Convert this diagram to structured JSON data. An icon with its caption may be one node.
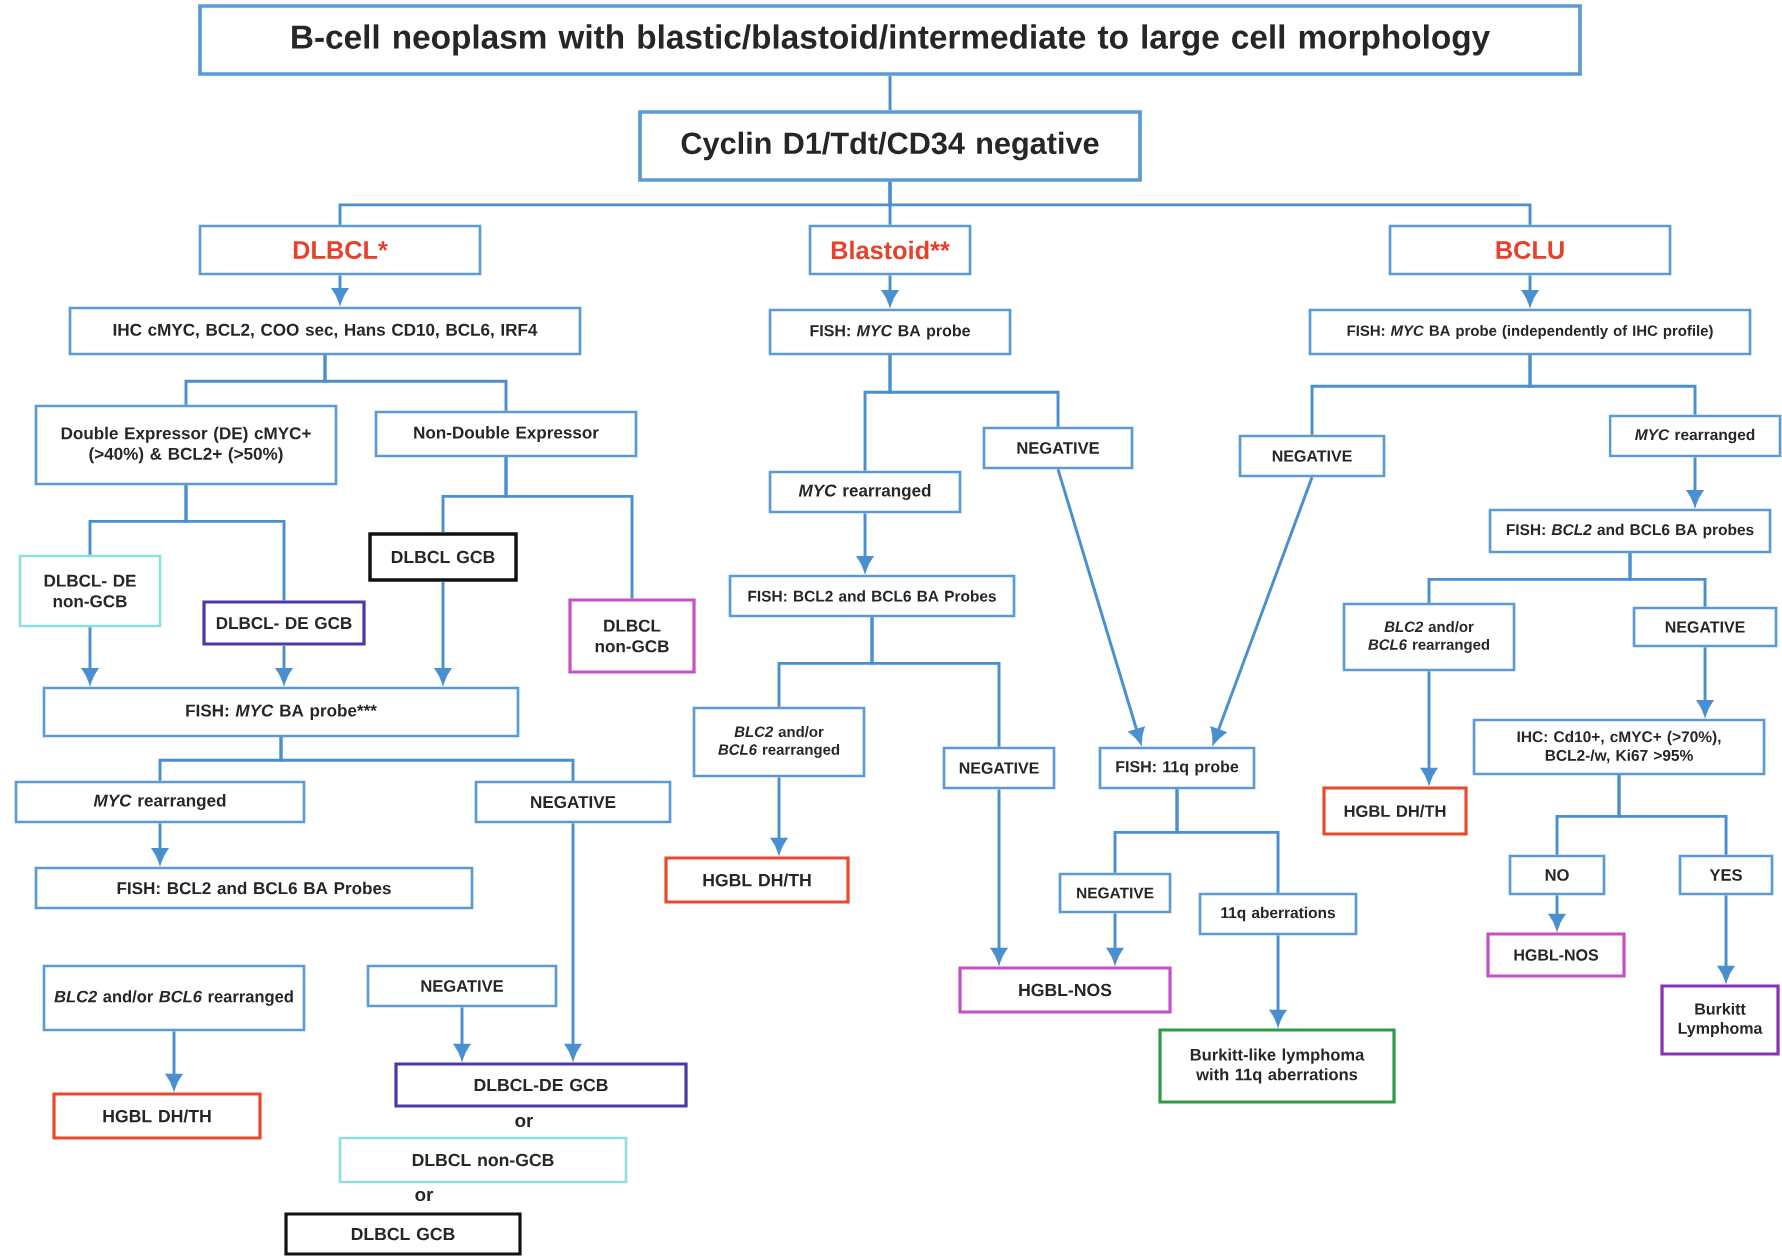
{
  "diagram": {
    "nodes": [
      {
        "text": [
          "B-cell neoplasm with blastic/blastoid/intermediate to large cell morphology"
        ]
      },
      {
        "text": [
          "Cyclin D1/Tdt/CD34 negative"
        ]
      },
      {
        "text": [
          "DLBCL*"
        ]
      },
      {
        "text": [
          "Blastoid**"
        ]
      },
      {
        "text": [
          "BCLU"
        ]
      },
      {
        "text": [
          "IHC cMYC, BCL2, COO sec, Hans CD10, BCL6, IRF4"
        ]
      },
      {
        "text": [
          "FISH: *MYC* BA probe"
        ]
      },
      {
        "text": [
          "FISH: *MYC* BA probe (independently of IHC profile)"
        ]
      },
      {
        "text": [
          "Double Expressor (DE) cMYC+ (>40%) & BCL2+ (>50%)"
        ]
      },
      {
        "text": [
          "Non-Double Expressor"
        ]
      },
      {
        "text": [
          "DLBCL- DE non-GCB"
        ]
      },
      {
        "text": [
          "DLBCL GCB"
        ]
      },
      {
        "text": [
          "DLBCL- DE GCB"
        ]
      },
      {
        "text": [
          "DLBCL non-GCB"
        ]
      },
      {
        "text": [
          "FISH: *MYC* BA probe***"
        ]
      },
      {
        "text": [
          "*MYC* rearranged"
        ]
      },
      {
        "text": [
          "NEGATIVE"
        ]
      },
      {
        "text": [
          "FISH: BCL2 and BCL6 BA Probes"
        ]
      },
      {
        "text": [
          "*BLC2* and/or *BCL6* rearranged"
        ]
      },
      {
        "text": [
          "NEGATIVE"
        ]
      },
      {
        "text": [
          "HGBL DH/TH"
        ]
      },
      {
        "text": [
          "DLBCL-DE GCB"
        ]
      },
      {
        "text": [
          "DLBCL non-GCB"
        ]
      },
      {
        "text": [
          "DLBCL GCB"
        ]
      },
      {
        "text": [
          "*MYC* rearranged"
        ]
      },
      {
        "text": [
          "NEGATIVE"
        ]
      },
      {
        "text": [
          "FISH: BCL2 and BCL6 BA Probes"
        ]
      },
      {
        "text": [
          "*BLC2* and/or *BCL6* rearranged"
        ]
      },
      {
        "text": [
          "NEGATIVE"
        ]
      },
      {
        "text": [
          "HGBL DH/TH"
        ]
      },
      {
        "text": [
          "NEGATIVE"
        ]
      },
      {
        "text": [
          "FISH: 11q probe"
        ]
      },
      {
        "text": [
          "NEGATIVE"
        ]
      },
      {
        "text": [
          "11q aberrations"
        ]
      },
      {
        "text": [
          "HGBL-NOS"
        ]
      },
      {
        "text": [
          "Burkitt-like lymphoma with 11q aberrations"
        ]
      },
      {
        "text": [
          "*MYC* rearranged"
        ]
      },
      {
        "text": [
          "FISH: *BCL2* and BCL6 BA probes"
        ]
      },
      {
        "text": [
          "*BLC2* and/or *BCL6* rearranged"
        ]
      },
      {
        "text": [
          "NEGATIVE"
        ]
      },
      {
        "text": [
          "HGBL DH/TH"
        ]
      },
      {
        "text": [
          "IHC: Cd10+, cMYC+ (>70%), BCL2-/w, Ki67 >95%"
        ]
      },
      {
        "text": [
          "NO"
        ]
      },
      {
        "text": [
          "YES"
        ]
      },
      {
        "text": [
          "HGBL-NOS"
        ]
      },
      {
        "text": [
          "Burkitt Lymphoma"
        ]
      }
    ],
    "edges": [
      {
        "from": 0,
        "to": 1,
        "arrow": "none"
      },
      {
        "from": 1,
        "to": 2,
        "arrow": "none"
      },
      {
        "from": 1,
        "to": 3,
        "arrow": "none"
      },
      {
        "from": 1,
        "to": 4,
        "arrow": "none"
      },
      {
        "from": 2,
        "to": 5,
        "arrow": "to"
      },
      {
        "from": 3,
        "to": 6,
        "arrow": "to"
      },
      {
        "from": 4,
        "to": 7,
        "arrow": "to"
      },
      {
        "from": 5,
        "to": 8,
        "arrow": "none"
      },
      {
        "from": 5,
        "to": 9,
        "arrow": "none"
      },
      {
        "from": 8,
        "to": 10,
        "arrow": "none"
      },
      {
        "from": 8,
        "to": 12,
        "arrow": "none"
      },
      {
        "from": 9,
        "to": 11,
        "arrow": "none"
      },
      {
        "from": 9,
        "to": 13,
        "arrow": "none"
      },
      {
        "from": 10,
        "to": 14,
        "arrow": "to"
      },
      {
        "from": 12,
        "to": 14,
        "arrow": "to"
      },
      {
        "from": 11,
        "to": 14,
        "arrow": "to"
      },
      {
        "from": 14,
        "to": 15,
        "arrow": "none"
      },
      {
        "from": 14,
        "to": 16,
        "arrow": "none"
      },
      {
        "from": 15,
        "to": 17,
        "arrow": "to"
      },
      {
        "from": 18,
        "to": 20,
        "arrow": "to"
      },
      {
        "from": 19,
        "to": 21,
        "arrow": "to"
      },
      {
        "from": 16,
        "to": 21,
        "arrow": "to"
      },
      {
        "from": 6,
        "to": 24,
        "arrow": "none"
      },
      {
        "from": 6,
        "to": 25,
        "arrow": "none"
      },
      {
        "from": 24,
        "to": 26,
        "arrow": "to"
      },
      {
        "from": 26,
        "to": 27,
        "arrow": "none"
      },
      {
        "from": 26,
        "to": 28,
        "arrow": "none"
      },
      {
        "from": 27,
        "to": 29,
        "arrow": "to"
      },
      {
        "from": 28,
        "to": 34,
        "arrow": "to"
      },
      {
        "from": 25,
        "to": 31,
        "arrow": "to"
      },
      {
        "from": 30,
        "to": 31,
        "arrow": "to"
      },
      {
        "from": 31,
        "to": 32,
        "arrow": "none"
      },
      {
        "from": 31,
        "to": 33,
        "arrow": "none"
      },
      {
        "from": 32,
        "to": 34,
        "arrow": "to"
      },
      {
        "from": 33,
        "to": 35,
        "arrow": "to"
      },
      {
        "from": 7,
        "to": 30,
        "arrow": "none"
      },
      {
        "from": 7,
        "to": 36,
        "arrow": "none"
      },
      {
        "from": 36,
        "to": 37,
        "arrow": "to"
      },
      {
        "from": 37,
        "to": 38,
        "arrow": "none"
      },
      {
        "from": 37,
        "to": 39,
        "arrow": "none"
      },
      {
        "from": 38,
        "to": 40,
        "arrow": "to"
      },
      {
        "from": 39,
        "to": 41,
        "arrow": "to"
      },
      {
        "from": 41,
        "to": 42,
        "arrow": "none"
      },
      {
        "from": 41,
        "to": 43,
        "arrow": "none"
      },
      {
        "from": 42,
        "to": 44,
        "arrow": "to"
      },
      {
        "from": 43,
        "to": 45,
        "arrow": "to"
      }
    ],
    "labels": [
      "or",
      "or"
    ]
  }
}
